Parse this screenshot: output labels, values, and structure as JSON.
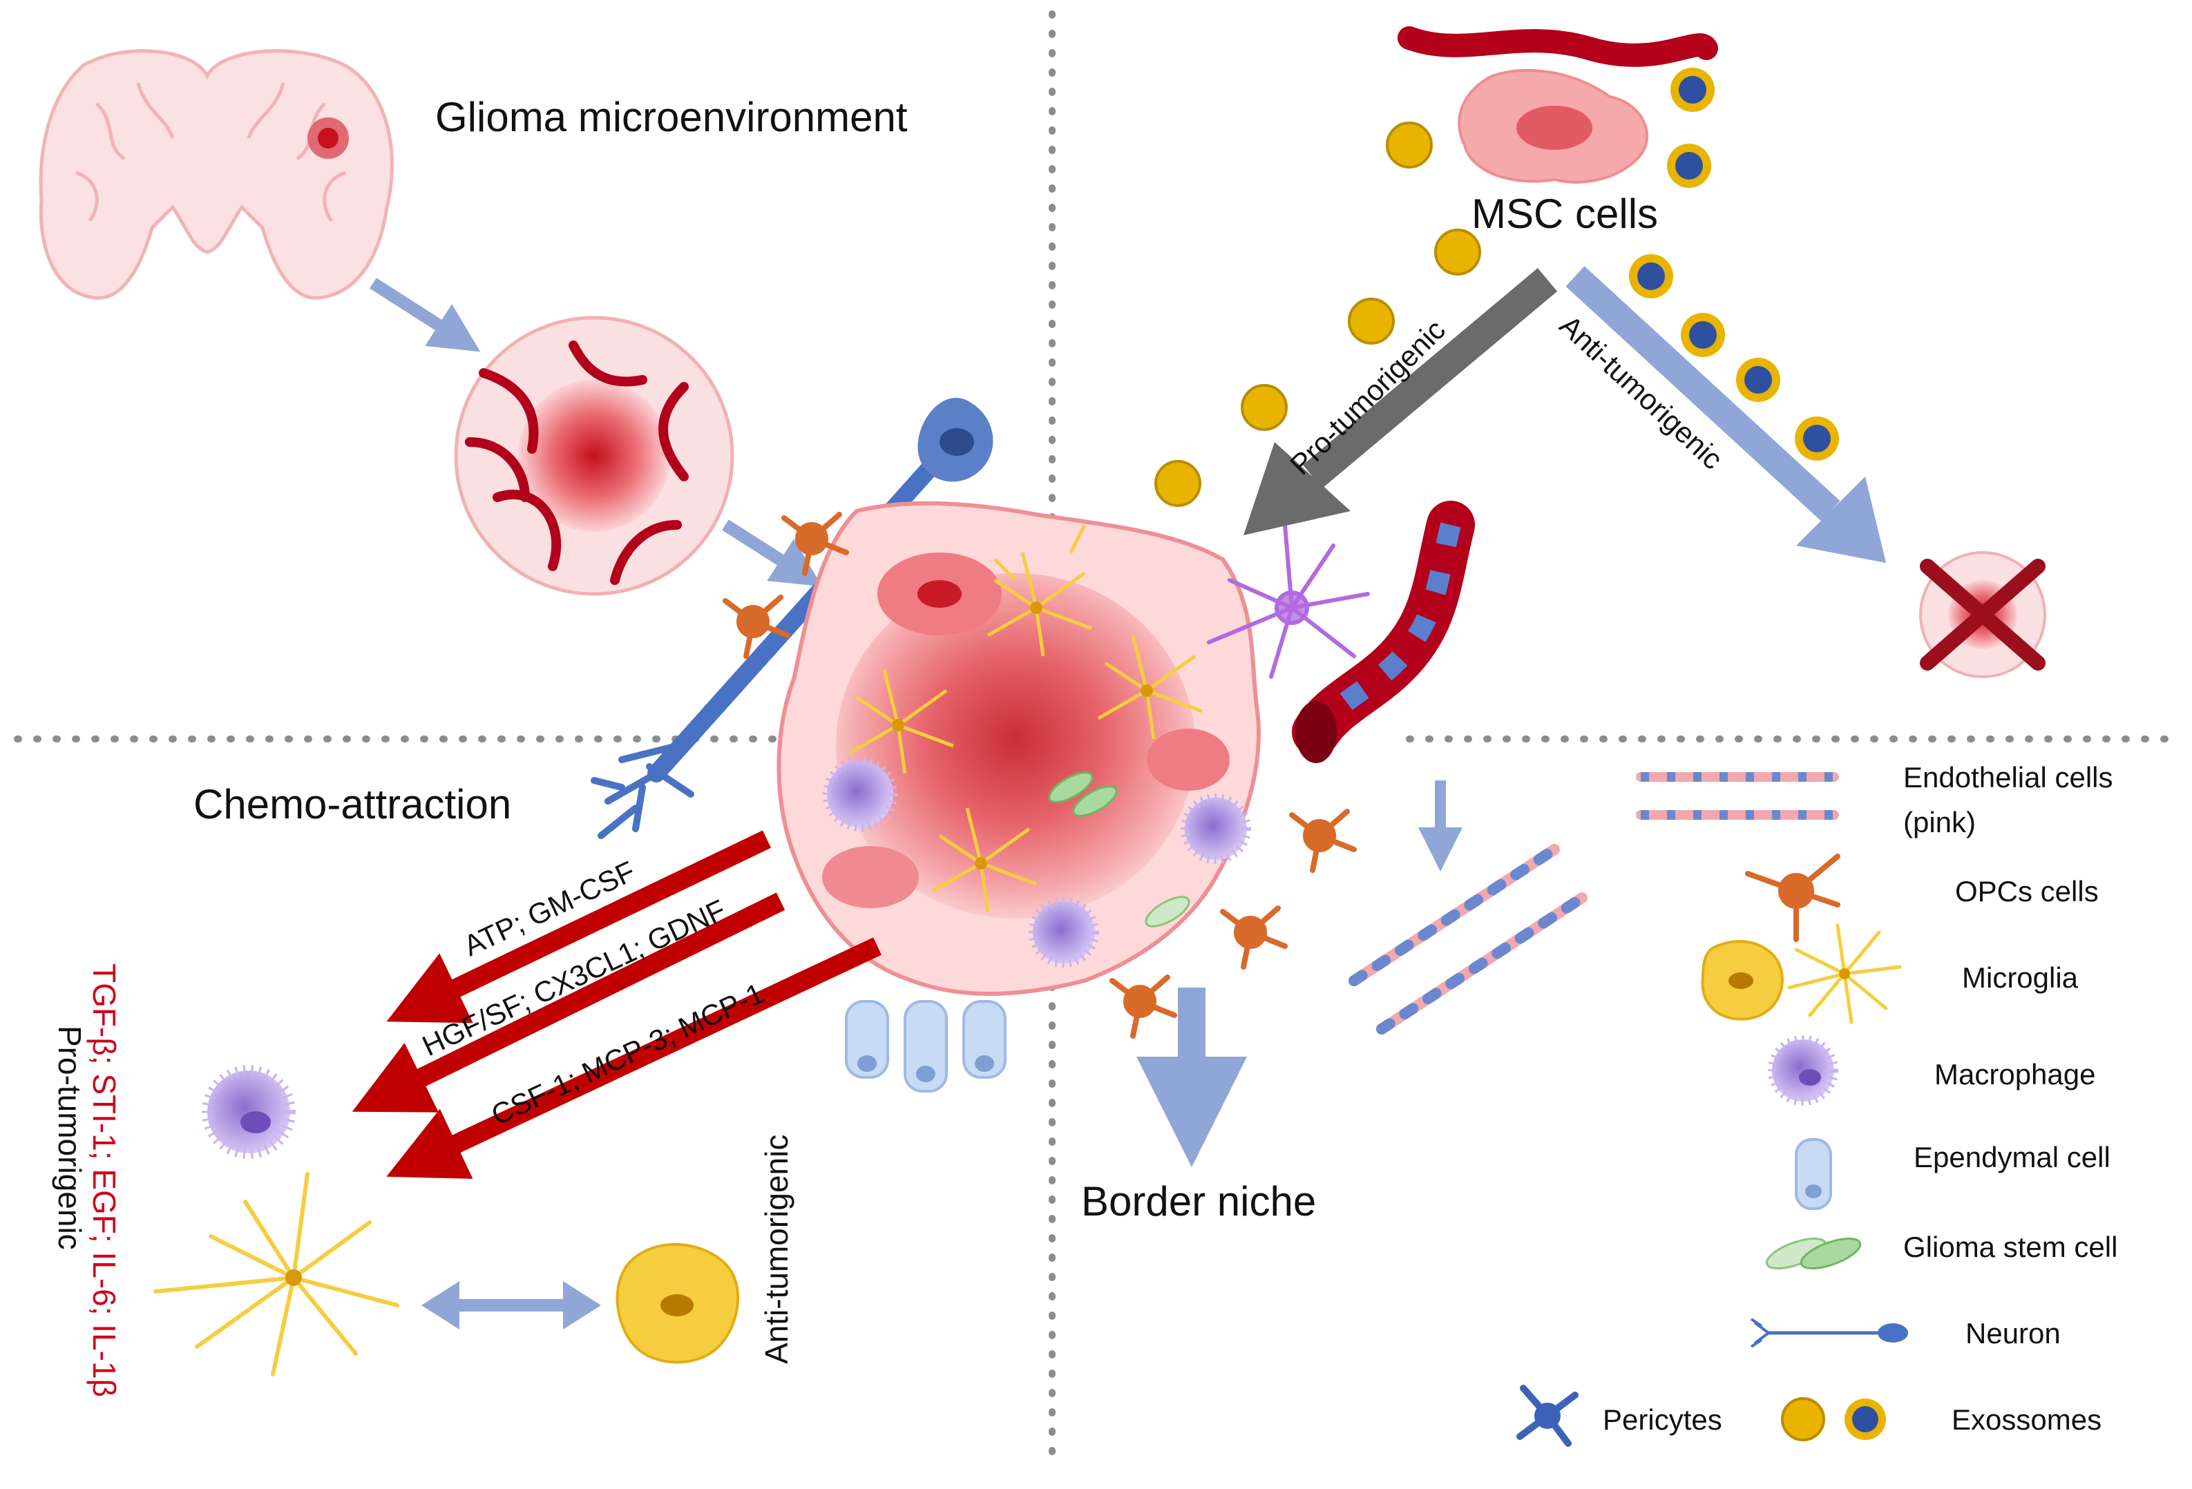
{
  "titles": {
    "glioma_microenvironment": "Glioma microenvironment",
    "msc_cells": "MSC cells",
    "chemo_attraction": "Chemo-attraction",
    "border_niche": "Border niche"
  },
  "arrows": {
    "pro_tumorigenic": "Pro-tumorigenic",
    "anti_tumorigenic": "Anti-tumorigenic"
  },
  "chemo_signals": {
    "line1": "ATP; GM-CSF",
    "line2": "HGF/SF; CX3CL1; GDNF",
    "line3": "CSF-1; MCP-3; MCP-1"
  },
  "side_labels": {
    "cytokines": "TGF-β; STI-1; EGF; IL-6; IL-1β",
    "pro_tumorigenic": "Pro-tumorigenic",
    "anti_tumorigenic": "Anti-tumorigenic"
  },
  "legend": {
    "endothelial_line1": "Endothelial cells",
    "endothelial_line2": "(pink)",
    "opcs": "OPCs cells",
    "microglia": "Microglia",
    "macrophage": "Macrophage",
    "ependymal": "Ependymal cell",
    "glioma_stem": "Glioma stem cell",
    "neuron": "Neuron",
    "pericytes": "Pericytes",
    "exosomes": "Exossomes"
  },
  "colors": {
    "divider": "#8c8c8c",
    "light_arrow": "#8fa6d6",
    "dark_arrow": "#6b6b6b",
    "chemo_arrow": "#c00000",
    "vessel_red": "#b3001b",
    "cytokine_text": "#d0021b",
    "exosome_gold": "#e8b400",
    "exosome_blue": "#2f4fa0",
    "tumor_pink": "#f5b6b8",
    "microglia_yellow": "#f6cd3e",
    "opc_orange": "#d86a2a",
    "macrophage_purple": "#b59ce0",
    "ependymal_blue": "#b8cff0",
    "neuron_blue": "#4a72c4"
  }
}
